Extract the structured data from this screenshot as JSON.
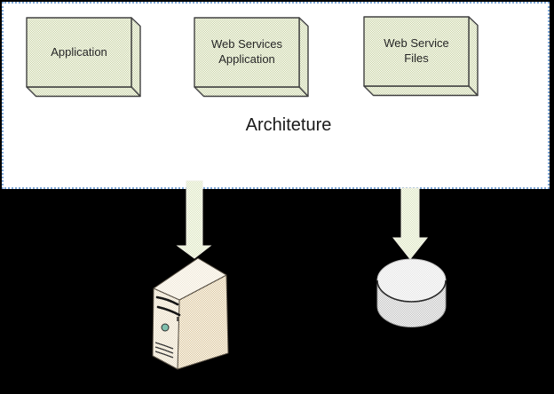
{
  "diagram": {
    "title": "Architeture",
    "boxes": [
      {
        "label": "Application"
      },
      {
        "label": "Web Services Application"
      },
      {
        "label": "Web Service Files"
      }
    ]
  },
  "icons": {
    "arrow_left": "down-arrow-icon",
    "arrow_right": "down-arrow-icon",
    "server": "server-icon",
    "database": "database-icon"
  },
  "colors": {
    "background": "#000000",
    "panel_background": "#ffffff",
    "panel_border": "#7da7d8",
    "box_fill": "#e3e9d0",
    "box_outline": "#404040",
    "arrow_fill": "#eef2df",
    "server_front": "#f3ecde",
    "server_side": "#ece1ca",
    "server_top": "#f7f3e9",
    "server_button": "#7fc0ae",
    "database_top": "#f1f1f1",
    "database_body": "#dedede",
    "label_text": "#262626"
  }
}
